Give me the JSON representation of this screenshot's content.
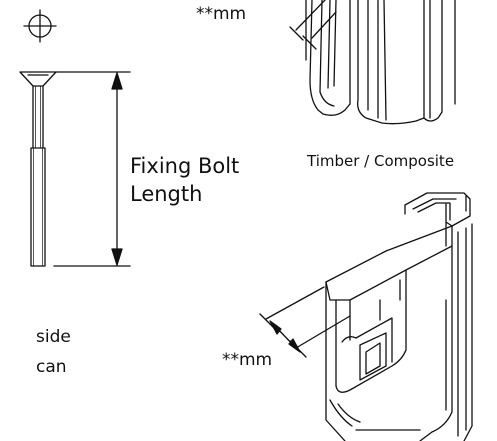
{
  "labels": {
    "dim_top": "**mm",
    "fixing_bolt_line1": "Fixing Bolt",
    "fixing_bolt_line2": "Length",
    "timber_caption": "Timber / Composite",
    "dim_bottom": "**mm",
    "left_fragment_line1": "side",
    "left_fragment_line2": "can"
  },
  "icons": {
    "crosshair": "crosshair-icon"
  },
  "colors": {
    "line": "#111111",
    "background": "#ffffff"
  }
}
